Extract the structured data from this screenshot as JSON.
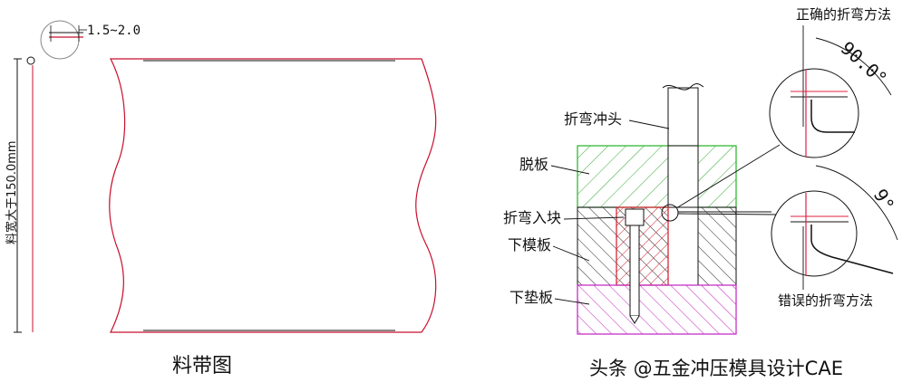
{
  "colors": {
    "outline": "#111111",
    "strip_red": "#c8102e",
    "stripper_green": "#22b522",
    "hatch_green": "#33aa33",
    "lower_die_dark": "#222222",
    "insert_red": "#d01828",
    "backing_magenta": "#c020c0",
    "dim_red": "#e02040"
  },
  "strip": {
    "tolerance_label": "1.5~2.0",
    "width_label": "料宽大于150.0mm",
    "caption": "料带图"
  },
  "die": {
    "punch_label": "折弯冲头",
    "stripper_label": "脱板",
    "insert_label": "折弯入块",
    "lower_die_label": "下模板",
    "backing_plate_label": "下垫板"
  },
  "bends": {
    "correct_title": "正确的折弯方法",
    "correct_angle": "90.0°",
    "wrong_title": "错误的折弯方法",
    "wrong_angle": "9°"
  },
  "watermark": "头条 @五金冲压模具设计CAE"
}
